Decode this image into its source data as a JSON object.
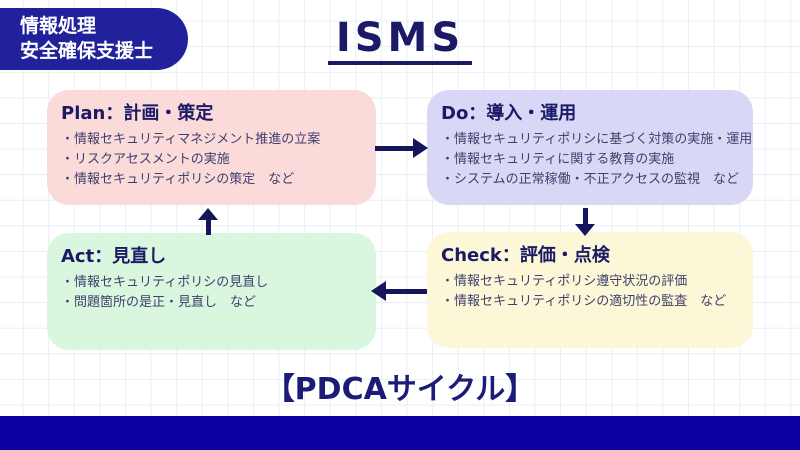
{
  "badge": {
    "line1": "情報処理",
    "line2": "安全確保支援士"
  },
  "title": "ISMS",
  "footer": {
    "label": "【PDCAサイクル】"
  },
  "boxes": {
    "plan": {
      "title": "Plan：計画・策定",
      "items": [
        "・情報セキュリティマネジメント推進の立案",
        "・リスクアセスメントの実施",
        "・情報セキュリティポリシの策定　など"
      ],
      "bg_color": "#fbdada"
    },
    "do": {
      "title": "Do：導入・運用",
      "items": [
        "・情報セキュリティポリシに基づく対策の実施・運用",
        "・情報セキュリティに関する教育の実施",
        "・システムの正常稼働・不正アクセスの監視　など"
      ],
      "bg_color": "#d8d8f6"
    },
    "check": {
      "title": "Check：評価・点検",
      "items": [
        "・情報セキュリティポリシ遵守状況の評価",
        "・情報セキュリティポリシの適切性の監査　など"
      ],
      "bg_color": "#fcf8d7"
    },
    "act": {
      "title": "Act：見直し",
      "items": [
        "・情報セキュリティポリシの見直し",
        "・問題箇所の是正・見直し　など"
      ],
      "bg_color": "#d9f7df"
    }
  },
  "colors": {
    "badge_bg": "#21219c",
    "bottom_bar": "#0d00a0",
    "heading_text": "#1a1a66",
    "body_text": "#40406e",
    "arrow": "#15155c",
    "grid_line": "#e9eef7"
  }
}
